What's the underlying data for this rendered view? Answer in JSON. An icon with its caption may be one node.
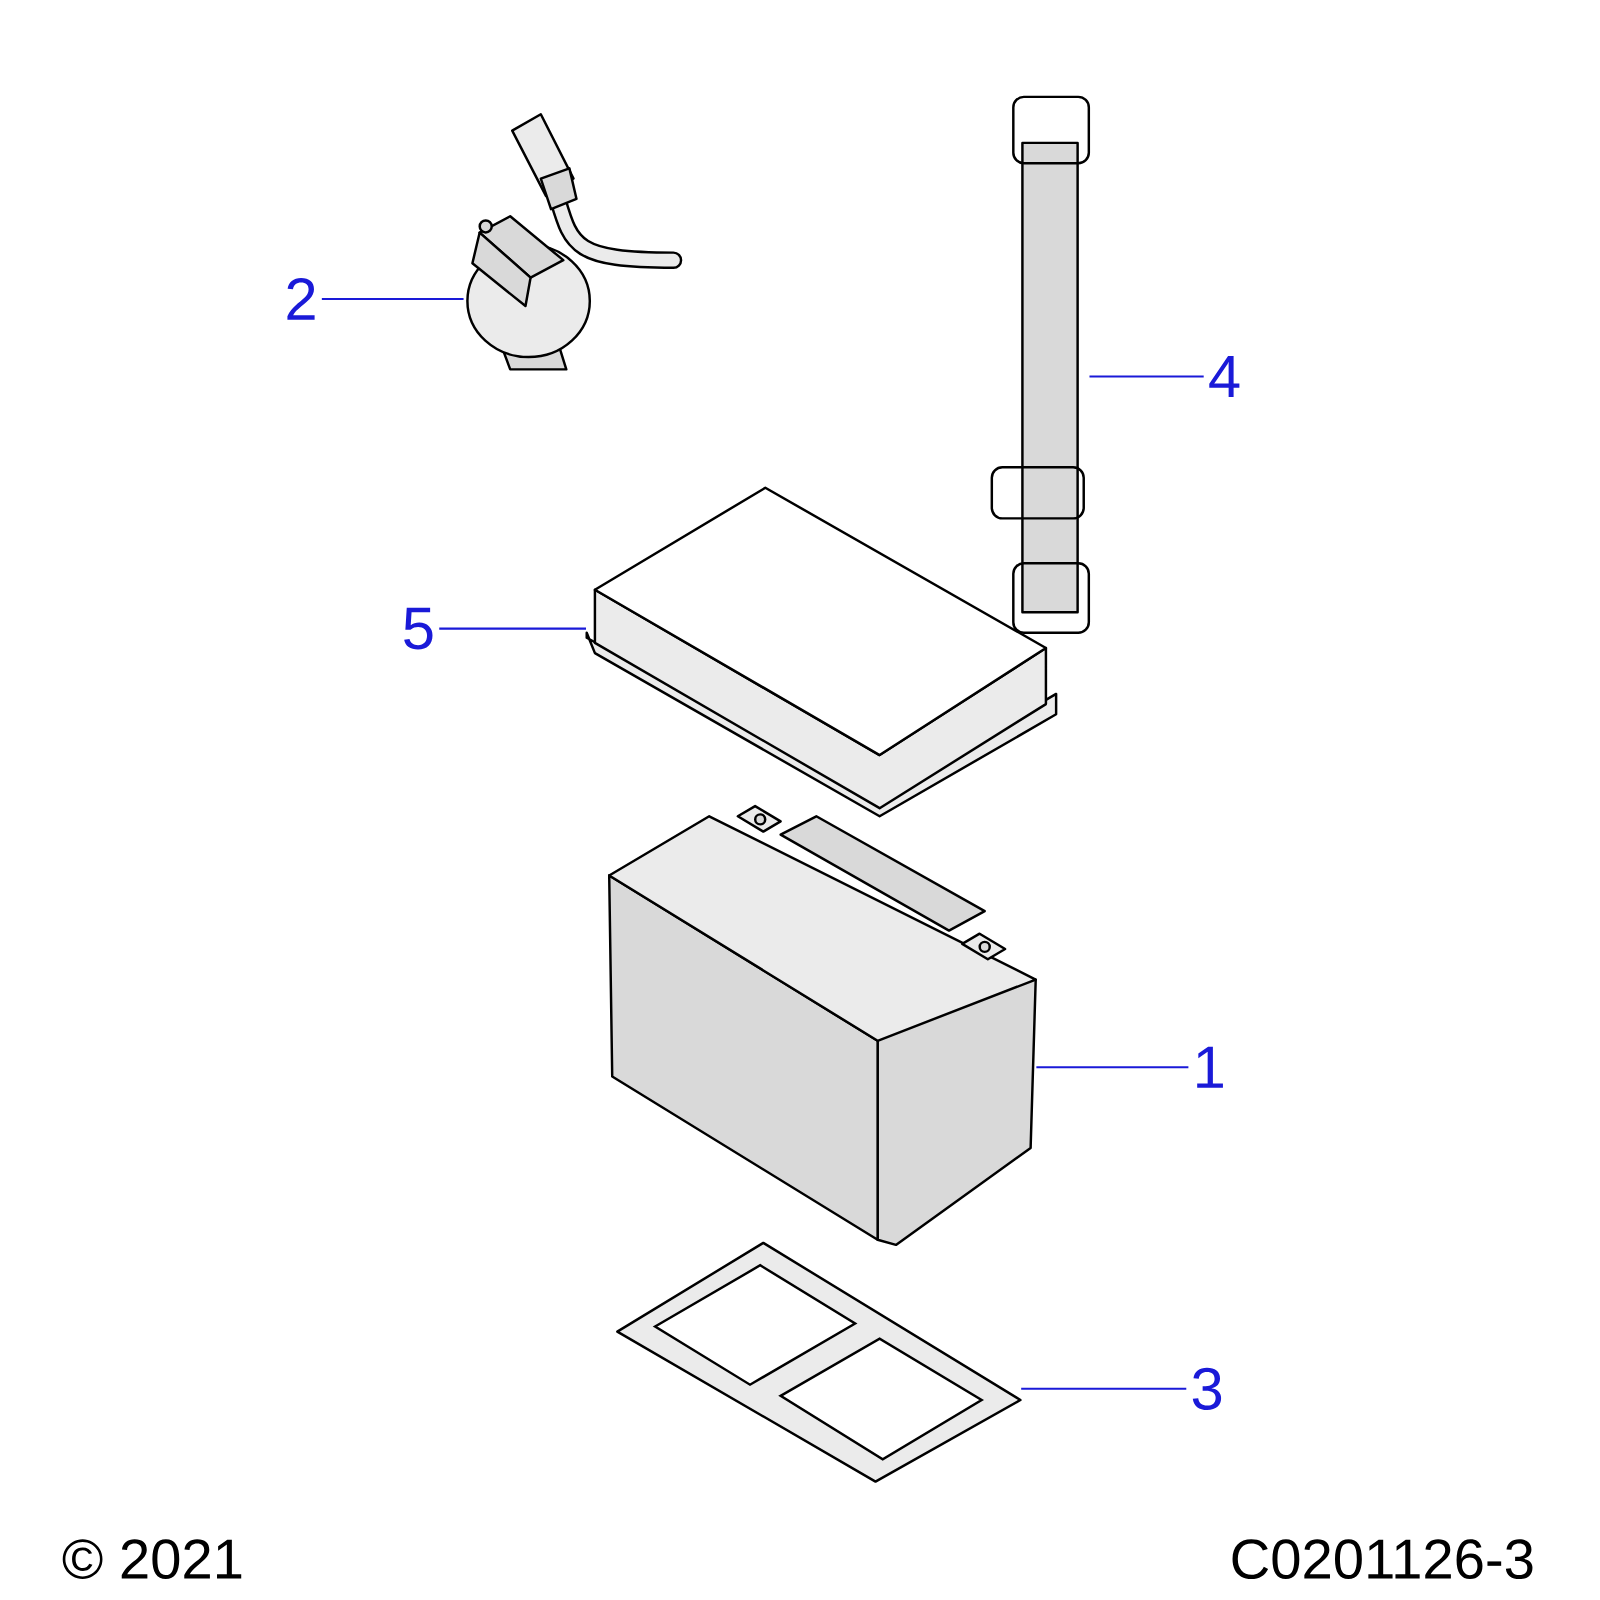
{
  "diagram": {
    "nodes": [
      {
        "text": [
          "2"
        ]
      },
      {
        "text": [],
        "shape": "picture"
      },
      {
        "text": [
          "4"
        ]
      },
      {
        "text": [],
        "shape": "picture"
      },
      {
        "text": [
          "5"
        ]
      },
      {
        "text": [],
        "shape": "picture"
      },
      {
        "text": [
          "1"
        ]
      },
      {
        "text": [],
        "shape": "picture"
      },
      {
        "text": [
          "3"
        ]
      },
      {
        "text": [],
        "shape": "picture"
      }
    ],
    "edges": [
      {
        "from": 0,
        "to": 1,
        "arrow": "none",
        "color": "#1a1ad8"
      },
      {
        "from": 2,
        "to": 3,
        "arrow": "none",
        "color": "#1a1ad8"
      },
      {
        "from": 4,
        "to": 5,
        "arrow": "none",
        "color": "#1a1ad8"
      },
      {
        "from": 6,
        "to": 7,
        "arrow": "none",
        "color": "#1a1ad8"
      },
      {
        "from": 8,
        "to": 9,
        "arrow": "none",
        "color": "#1a1ad8"
      }
    ],
    "labels": [
      "© 2021",
      "C0201126-3"
    ]
  }
}
